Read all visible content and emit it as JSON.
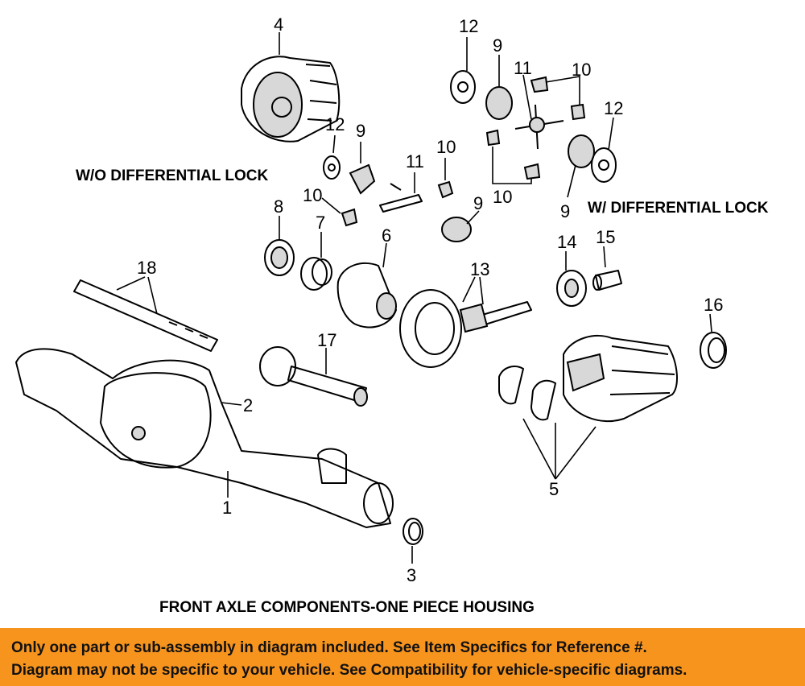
{
  "headings": {
    "without_lock": "W/O  DIFFERENTIAL LOCK",
    "with_lock": "W/ DIFFERENTIAL LOCK",
    "caption": "FRONT AXLE COMPONENTS-ONE PIECE HOUSING"
  },
  "callouts": {
    "c1": "1",
    "c2": "2",
    "c3": "3",
    "c4": "4",
    "c5": "5",
    "c6": "6",
    "c7": "7",
    "c8": "8",
    "c9a": "9",
    "c9b": "9",
    "c9c": "9",
    "c9d": "9",
    "c10a": "10",
    "c10b": "10",
    "c10c": "10",
    "c10d": "10",
    "c11a": "11",
    "c11b": "11",
    "c12a": "12",
    "c12b": "12",
    "c12c": "12",
    "c13": "13",
    "c14": "14",
    "c15": "15",
    "c16": "16",
    "c17": "17",
    "c18": "18"
  },
  "banner": {
    "line1": "Only one part or sub-assembly in diagram included. See Item Specifics for Reference #.",
    "line2": "Diagram may not be specific to your vehicle. See Compatibility for vehicle-specific diagrams."
  },
  "colors": {
    "banner": "#f7941e"
  }
}
